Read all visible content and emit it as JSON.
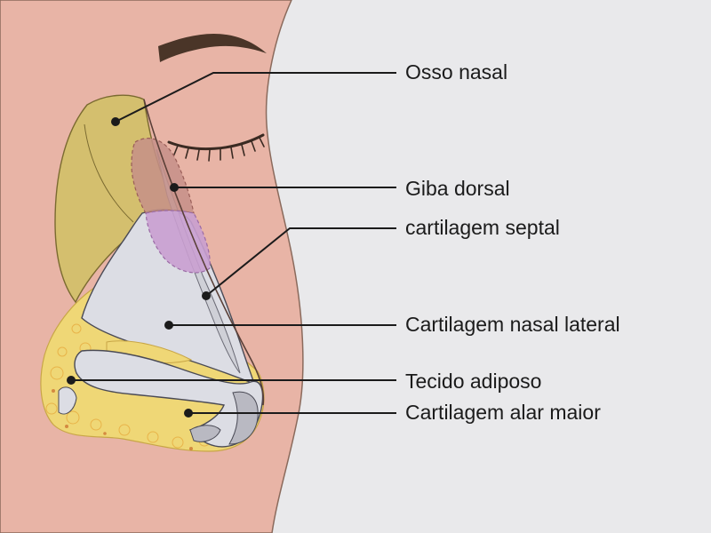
{
  "labels": {
    "osso_nasal": "Osso nasal",
    "giba_dorsal": "Giba dorsal",
    "cartilagem_septal": "cartilagem septal",
    "cartilagem_nasal_lateral": "Cartilagem nasal lateral",
    "tecido_adiposo": "Tecido adiposo",
    "cartilagem_alar_maior": "Cartilagem alar maior"
  },
  "colors": {
    "background": "#e9e9eb",
    "skin": "#e8b4a6",
    "nasal_bone": "#d4bf6e",
    "hump": "#c58f88",
    "septal_cartilage": "#c99ed0",
    "lateral_cartilage": "#dcdde4",
    "fat_tissue": "#efd776",
    "alar_cartilage": "#b9b9c2",
    "eyebrow": "#4a3528",
    "leader_line": "#1b1b1b"
  }
}
